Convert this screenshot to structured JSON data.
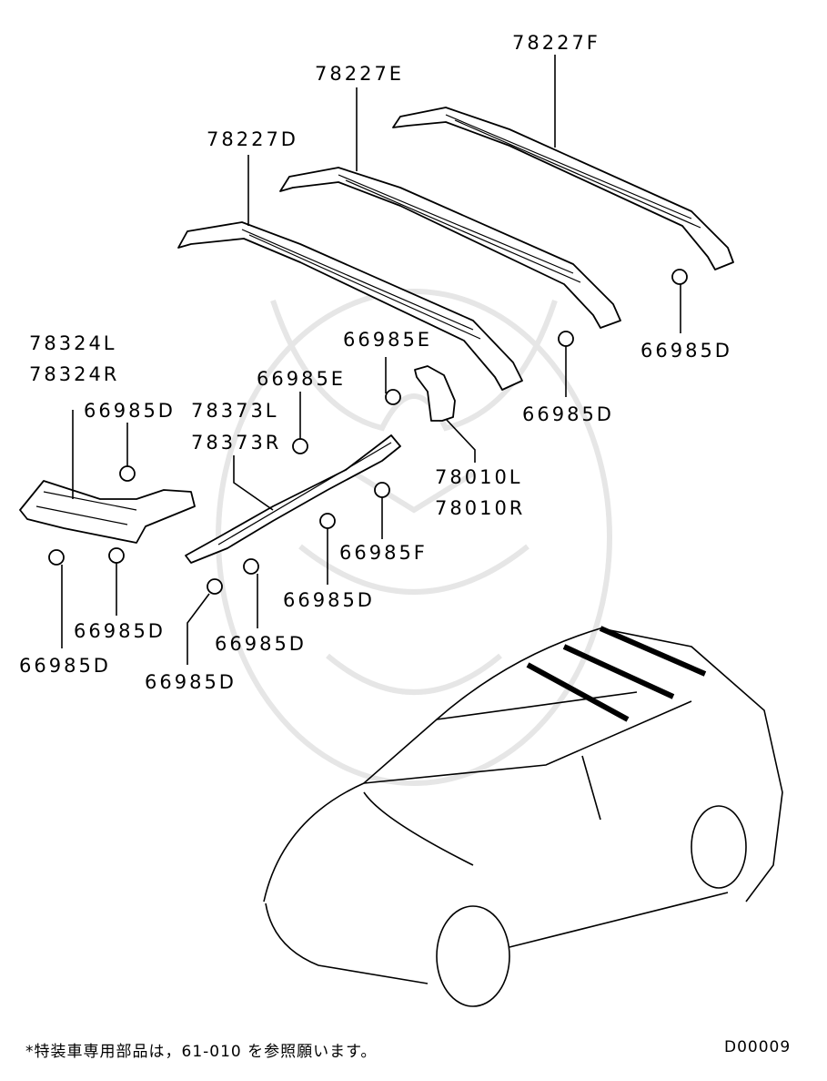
{
  "diagram": {
    "labels": {
      "p78227F": "78227F",
      "p78227E": "78227E",
      "p78227D": "78227D",
      "p66985D_a": "66985D",
      "p66985E_a": "66985E",
      "p66985D_b": "66985D",
      "p78324L": "78324L",
      "p78324R": "78324R",
      "p66985D_c": "66985D",
      "p66985E_b": "66985E",
      "p78373L": "78373L",
      "p78373R": "78373R",
      "p78010L": "78010L",
      "p78010R": "78010R",
      "p66985F": "66985F",
      "p66985D_d": "66985D",
      "p66985D_e": "66985D",
      "p66985D_f": "66985D",
      "p66985D_g": "66985D",
      "p66985D_h": "66985D"
    },
    "note": "*特装車専用部品は，61-010 を参照願います。",
    "code": "D00009"
  },
  "colors": {
    "ink": "#000000",
    "paper": "#ffffff",
    "watermark": "#e6e6e6"
  }
}
